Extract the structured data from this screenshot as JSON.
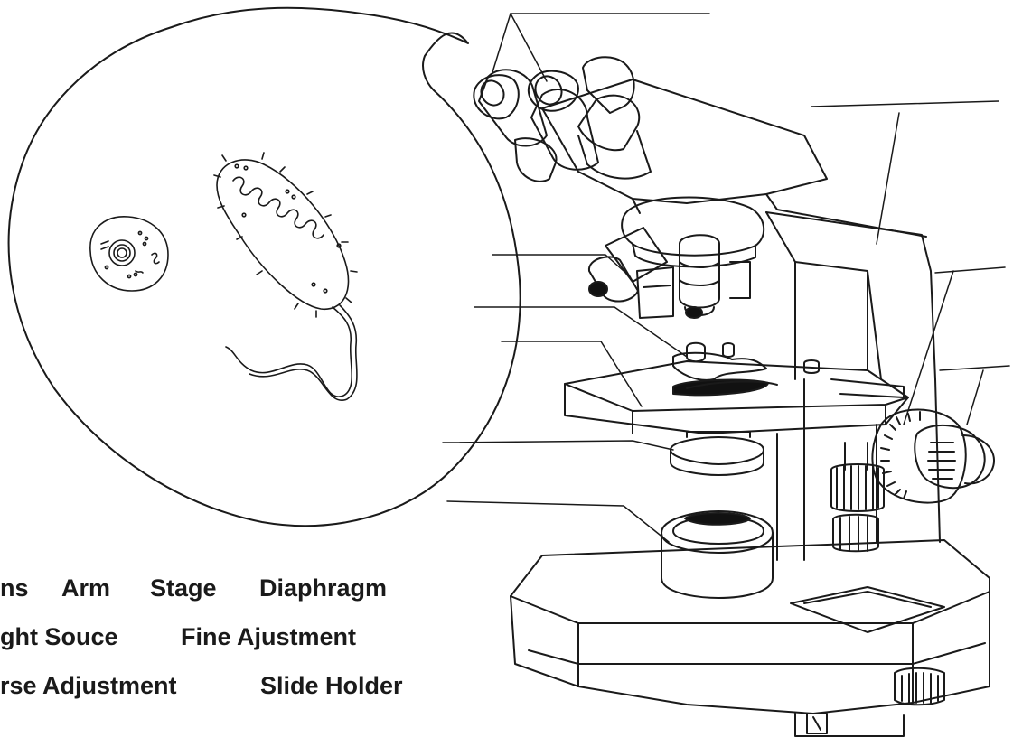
{
  "word_bank": {
    "rows": [
      [
        "ns",
        "Arm",
        "Stage",
        "Diaphragm"
      ],
      [
        "ght Souce",
        "Fine Ajustment"
      ],
      [
        "rse Adjustment",
        "Slide Holder"
      ]
    ]
  },
  "colors": {
    "ink": "#1a1a1a",
    "background": "#ffffff",
    "dark_fill": "#111111"
  },
  "icons": [
    "microscope-drawing",
    "magnified-view-bubble",
    "cell-drawing",
    "bacterium-drawing"
  ]
}
